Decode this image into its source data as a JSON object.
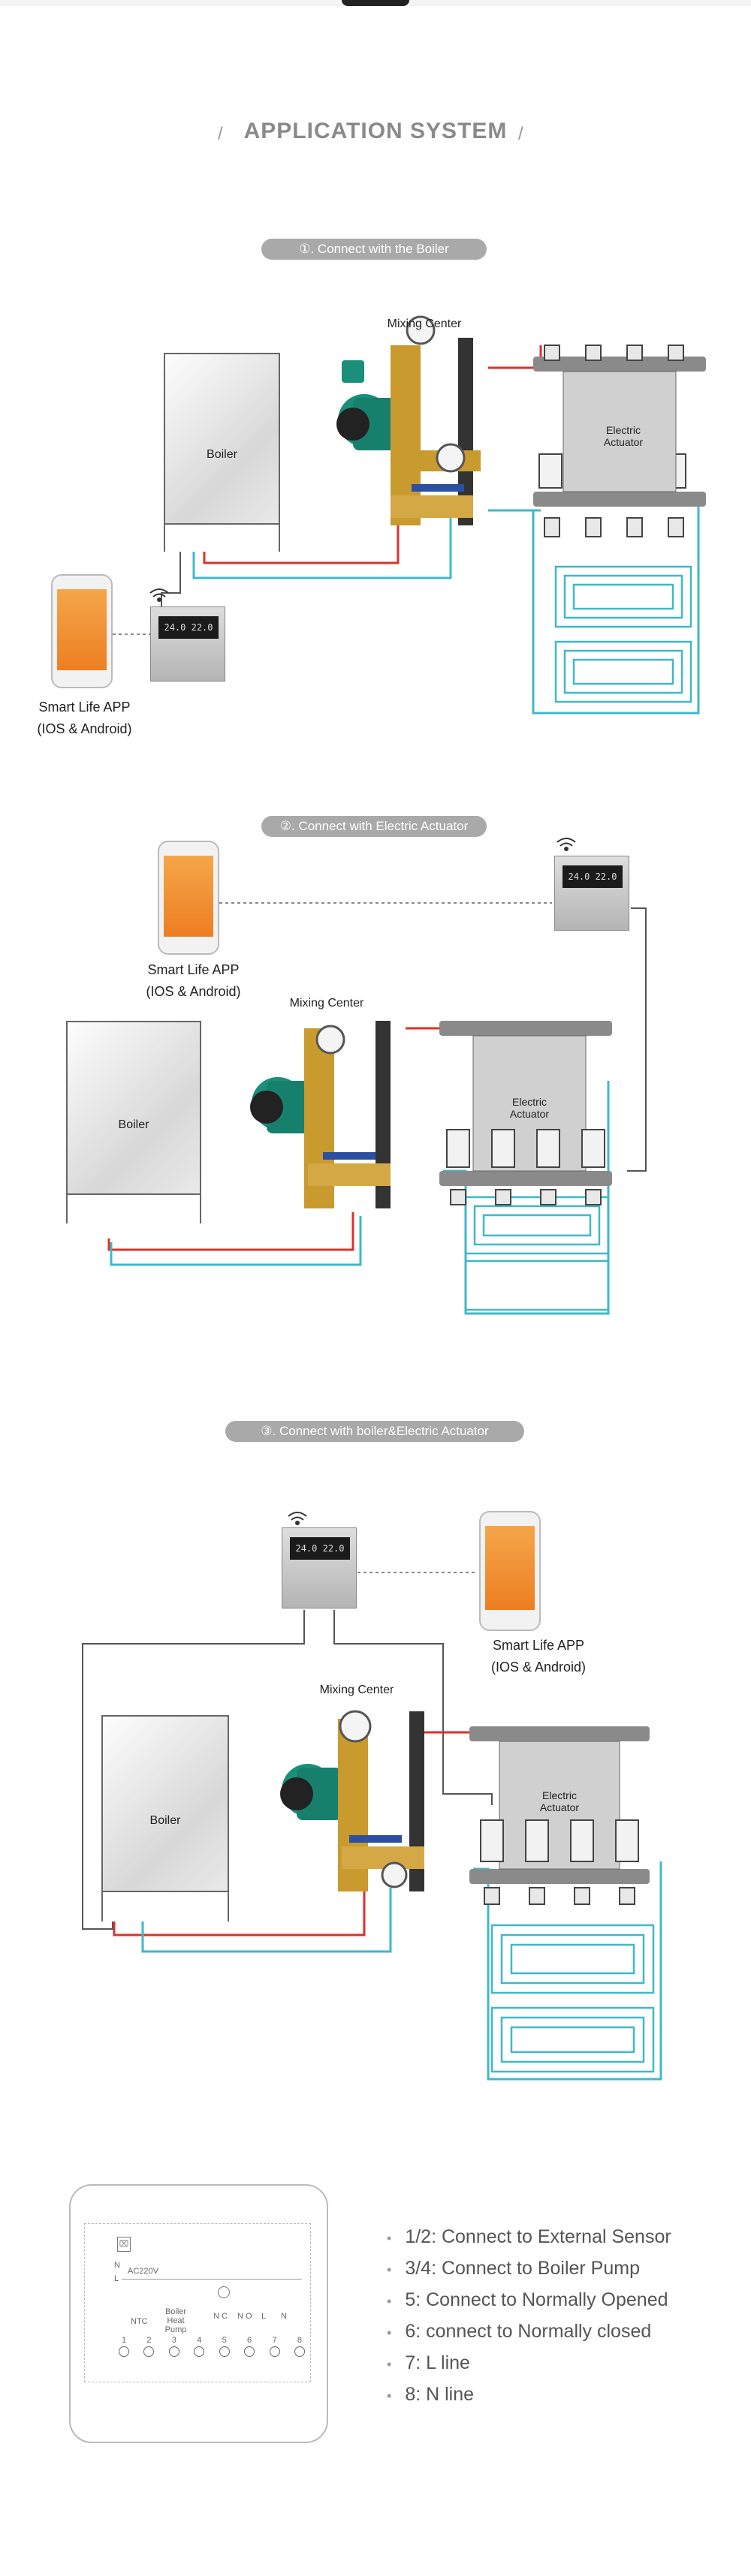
{
  "header": {
    "title": "APPLICATION SYSTEM"
  },
  "sections": [
    {
      "pill": "①. Connect with the Boiler"
    },
    {
      "pill": "②. Connect with Electric Actuator"
    },
    {
      "pill": "③. Connect with boiler&Electric Actuator"
    }
  ],
  "labels": {
    "mixing_center": "Mixing Center",
    "boiler": "Boiler",
    "electric": "Electric",
    "actuator": "Actuator",
    "app_line1": "Smart Life APP",
    "app_line2": "(IOS & Android)",
    "thermostat_readout": "24.0 22.0"
  },
  "wiring": {
    "board": {
      "ac_label": "AC220V",
      "l_label": "L",
      "n_label": "N",
      "ntc": "NTC",
      "boiler_heat_pump": "Boiler Heat Pump",
      "nc": "N C",
      "no": "N O",
      "l_term": "L",
      "n_term": "N"
    },
    "terminals": [
      "1",
      "2",
      "3",
      "4",
      "5",
      "6",
      "7",
      "8"
    ],
    "legend": [
      {
        "key": "1/2:",
        "text": "Connect to External Sensor"
      },
      {
        "key": "3/4:",
        "text": "Connect to Boiler Pump"
      },
      {
        "key": "5:",
        "text": "Connect to Normally Opened"
      },
      {
        "key": "6:",
        "text": "connect to Normally closed"
      },
      {
        "key": "7:",
        "text": "L line"
      },
      {
        "key": "8:",
        "text": "N line"
      }
    ]
  },
  "colors": {
    "supply": "#d9332b",
    "return": "#3fb8c9",
    "wire": "#555555",
    "pill": "#a9a9a9",
    "pump": "#1a8f7a",
    "brass": "#c99a2e"
  }
}
